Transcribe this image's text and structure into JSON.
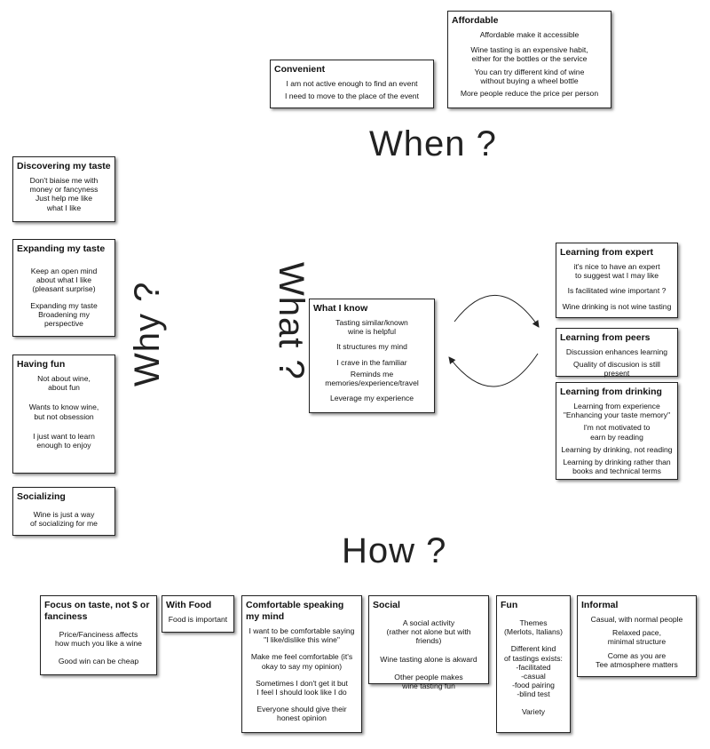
{
  "headings": {
    "when": "When ?",
    "why": "Why ?",
    "what": "What ?",
    "how": "How ?"
  },
  "cards": {
    "convenient": {
      "title": "Convenient",
      "items": [
        "I am not active enough to find an event",
        "I need to move to the place of the event"
      ]
    },
    "affordable": {
      "title": "Affordable",
      "items": [
        "Affordable make it accessible",
        "Wine tasting is an expensive habit,\neither for the bottles or the service",
        "You can try different kind of wine\nwithout buying a wheel bottle",
        "More people reduce the price per person"
      ]
    },
    "discovering": {
      "title": "Discovering my taste",
      "items": [
        "Don't biaise me with\nmoney or fancyness\nJust help me like\nwhat I like"
      ]
    },
    "expanding": {
      "title": "Expanding my taste",
      "items": [
        "Keep an open mind\nabout what I like\n(pleasant surprise)",
        "Expanding my taste\nBroadening my\nperspective"
      ]
    },
    "having_fun": {
      "title": "Having fun",
      "items": [
        "Not about wine,\nabout fun",
        "Wants to know wine,\nbut not obsession",
        "I just want to learn\nenough to enjoy"
      ]
    },
    "socializing": {
      "title": "Socializing",
      "items": [
        "Wine is just a way\nof socializing for me"
      ]
    },
    "what_i_know": {
      "title": "What I know",
      "items": [
        "Tasting similar/known\nwine is helpful",
        "It structures my mind",
        "I crave in the familiar",
        "Reminds me\nmemories/experience/travel",
        "Leverage my experience"
      ]
    },
    "learning_expert": {
      "title": "Learning from expert",
      "items": [
        "it's nice to have an expert\nto suggest wat I may like",
        "Is facilitated wine important ?",
        "Wine drinking is not wine tasting"
      ]
    },
    "learning_peers": {
      "title": "Learning from peers",
      "items": [
        "Discussion enhances learning",
        "Quality of discusion is still present"
      ]
    },
    "learning_drinking": {
      "title": "Learning from drinking",
      "items": [
        "Learning from experience\n\"Enhancing your taste memory\"",
        "I'm not motivated to\nearn by reading",
        "Learning by drinking, not reading",
        "Learning by drinking rather than\nbooks and technical terms"
      ]
    },
    "focus_taste": {
      "title": "Focus on taste, not $ or fanciness",
      "items": [
        "Price/Fanciness affects\nhow much you like a wine",
        "Good win can be cheap"
      ]
    },
    "with_food": {
      "title": "With Food",
      "items": [
        "Food is important"
      ]
    },
    "comfortable": {
      "title": "Comfortable speaking my mind",
      "items": [
        "I want to be comfortable saying\n\"I like/dislike this wine\"",
        "Make me feel comfortable (it's\nokay to say my opinion)",
        "Sometimes I don't get it but\nI feel I should look like I do",
        "Everyone should give their\nhonest opinion"
      ]
    },
    "social": {
      "title": "Social",
      "items": [
        "A social activity\n(rather not alone but with friends)",
        "Wine tasting alone is akward",
        "Other people makes\nwine tasting fun"
      ]
    },
    "fun": {
      "title": "Fun",
      "items": [
        "Themes\n(Merlots, Italians)",
        "Different kind\nof tastings exists:\n-facilitated\n-casual\n-food pairing\n-blind test",
        "Variety"
      ]
    },
    "informal": {
      "title": "Informal",
      "items": [
        "Casual, with normal people",
        "Relaxed pace,\nminimal structure",
        "Come as you are\nTee atmosphere matters"
      ]
    }
  }
}
